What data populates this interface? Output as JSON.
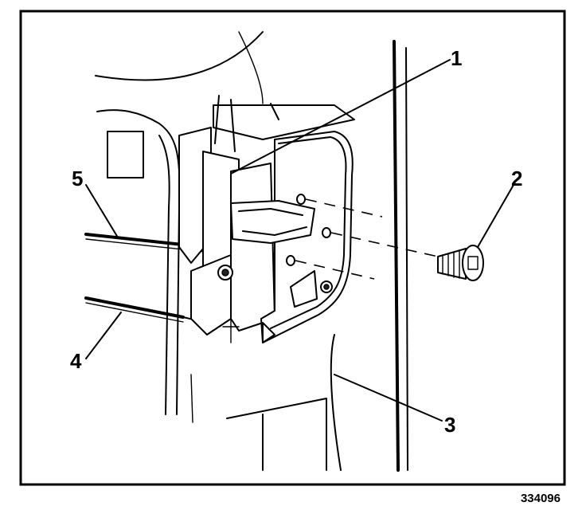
{
  "figure": {
    "number": "334096"
  },
  "callouts": [
    {
      "id": "1",
      "label": "1"
    },
    {
      "id": "2",
      "label": "2"
    },
    {
      "id": "3",
      "label": "3"
    },
    {
      "id": "4",
      "label": "4"
    },
    {
      "id": "5",
      "label": "5"
    }
  ]
}
